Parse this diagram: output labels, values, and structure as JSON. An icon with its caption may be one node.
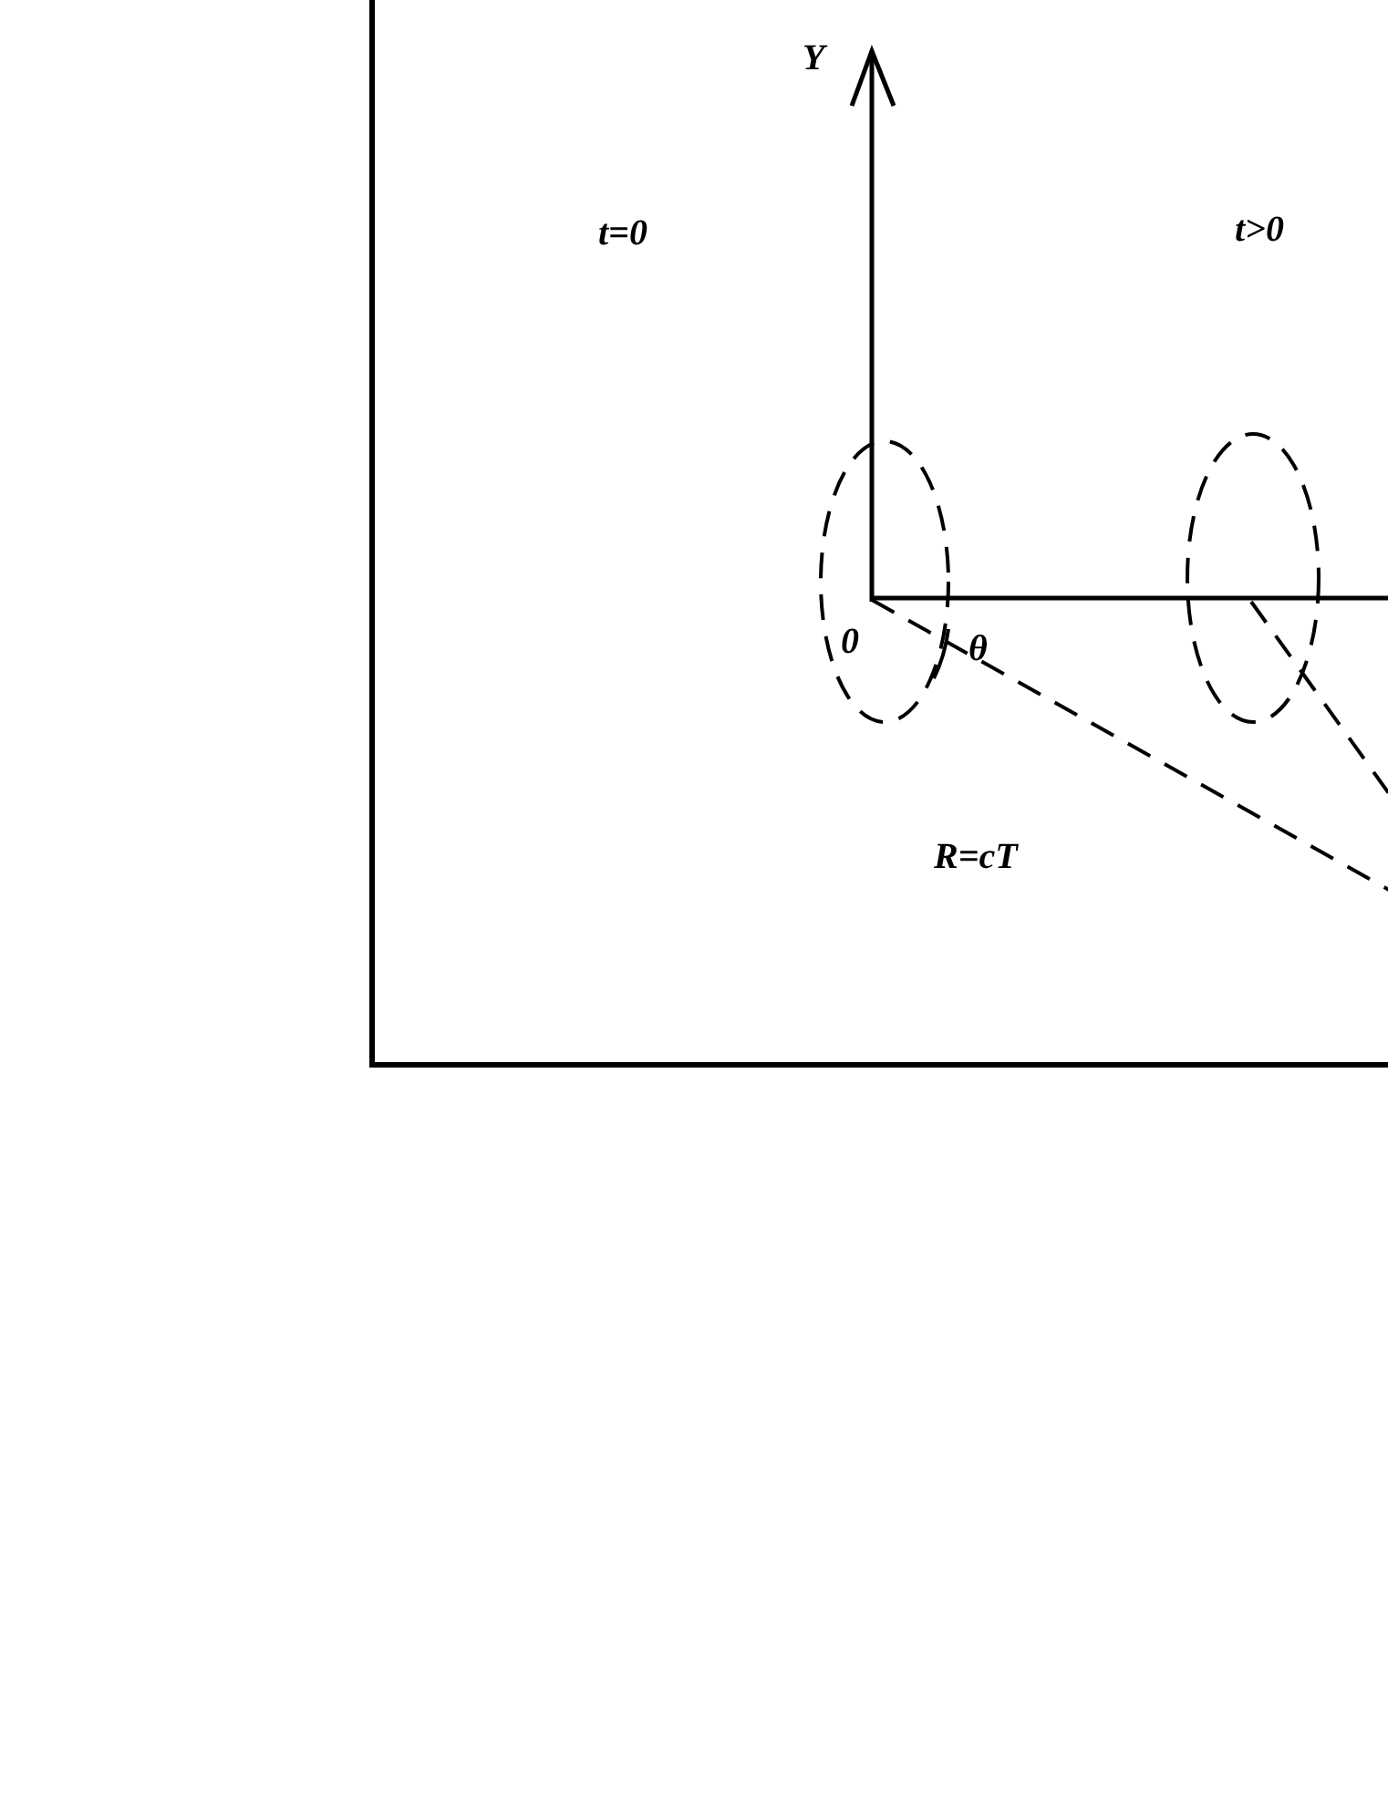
{
  "diagram": {
    "labels": [
      "Y",
      "t=0",
      "t>0",
      "0",
      "θ",
      "R=cT"
    ]
  }
}
